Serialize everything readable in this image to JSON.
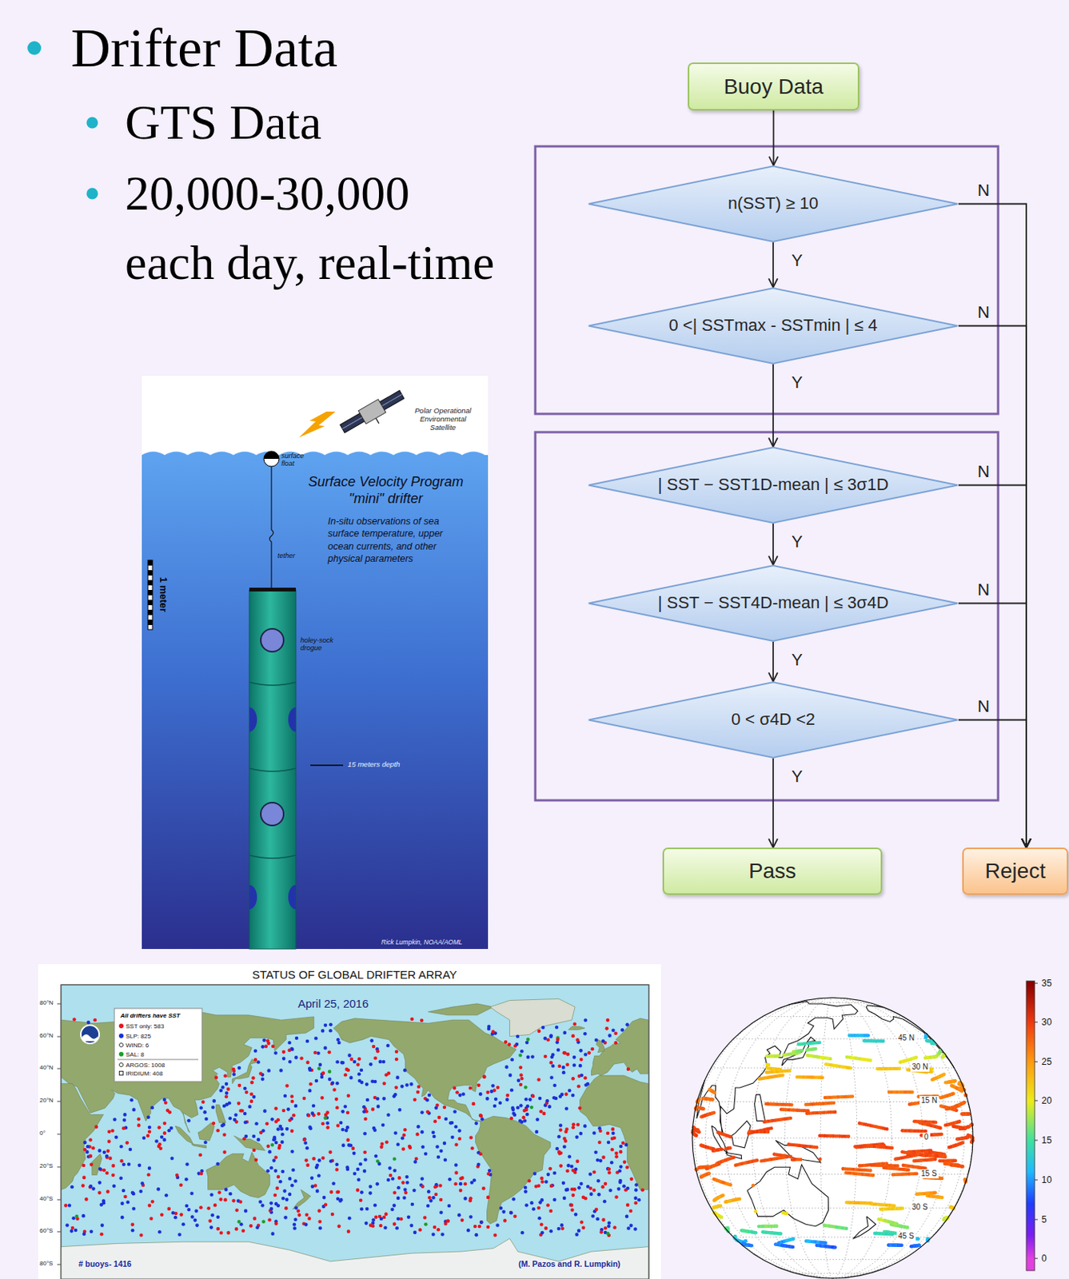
{
  "diagram": {
    "title": "Drifter Data",
    "nodes": [
      {
        "text": [
          "Buoy Data"
        ]
      },
      {
        "text": [
          "n(SST) ≥ 10"
        ]
      },
      {
        "text": [
          "0 <| SSTmax - SSTmin | ≤ 4"
        ]
      },
      {
        "text": [
          "| SST − SST1D-mean | ≤ 3σ1D"
        ]
      },
      {
        "text": [
          "| SST − SST4D-mean | ≤ 3σ4D"
        ]
      },
      {
        "text": [
          "0 < σ4D <2"
        ]
      },
      {
        "text": [
          "Pass"
        ]
      },
      {
        "text": [
          "Reject"
        ]
      }
    ],
    "edges": [
      {
        "from": 0,
        "to": 1,
        "arrow": "to"
      },
      {
        "from": 1,
        "to": 2,
        "arrow": "to",
        "label": "Y"
      },
      {
        "from": 2,
        "to": 3,
        "arrow": "to",
        "label": "Y"
      },
      {
        "from": 3,
        "to": 4,
        "arrow": "to",
        "label": "Y"
      },
      {
        "from": 4,
        "to": 5,
        "arrow": "to",
        "label": "Y"
      },
      {
        "from": 5,
        "to": 6,
        "arrow": "to",
        "label": "Y"
      },
      {
        "from": 1,
        "to": 7,
        "arrow": "to",
        "label": "N"
      },
      {
        "from": 2,
        "to": 7,
        "arrow": "to",
        "label": "N"
      },
      {
        "from": 3,
        "to": 7,
        "arrow": "to",
        "label": "N"
      },
      {
        "from": 4,
        "to": 7,
        "arrow": "to",
        "label": "N"
      },
      {
        "from": 5,
        "to": 7,
        "arrow": "to",
        "label": "N"
      }
    ],
    "labels": [
      "GTS Data",
      "20,000-30,000 each day, real-time",
      "Polar Operational Environmental Satellite",
      "surface float",
      "Surface Velocity Program \"mini\" drifter",
      "In-situ observations of sea surface temperature, upper ocean currents, and other physical parameters",
      "tether",
      "1 meter",
      "holey-sock drogue",
      "15 meters depth",
      "Rick Lumpkin, NOAA/AOML",
      "STATUS OF GLOBAL DRIFTER ARRAY",
      "April 25, 2016",
      "All drifters have SST",
      "80°N",
      "60°N",
      "40°N",
      "20°N",
      "0°",
      "20°S",
      "40°S",
      "60°S",
      "80°S",
      "# buoys- 1416",
      "(M. Pazos and R. Lumpkin)",
      "45 N",
      "30 N",
      "15 N",
      "0",
      "15 S",
      "30 S",
      "45 S",
      "35",
      "30",
      "25",
      "20",
      "15",
      "10",
      "5",
      "0"
    ],
    "legend": [
      {
        "text": "SST only: 583",
        "color": "#e8141c"
      },
      {
        "text": "SLP: 825",
        "color": "#1b2fd6"
      },
      {
        "text": "WIND: 6"
      },
      {
        "text": "SAL: 8",
        "color": "#1a9e2a"
      },
      {
        "text": "ARGOS: 1008"
      },
      {
        "text": "IRIDIUM: 408"
      }
    ]
  }
}
